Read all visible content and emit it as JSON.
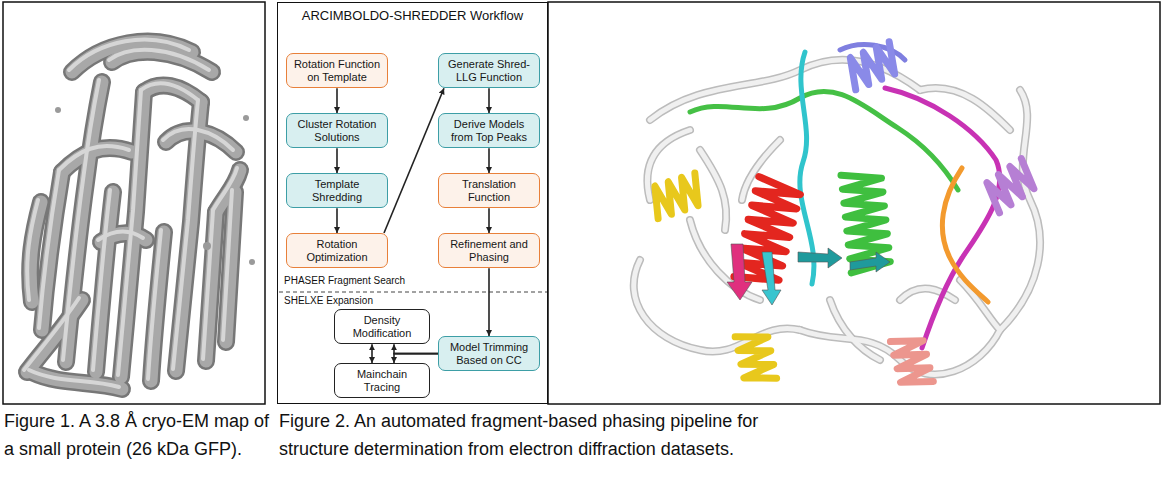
{
  "diagram": {
    "nodes": [
      {
        "text": [
          "ARCIMBOLDO-SHREDDER Workflow"
        ]
      },
      {
        "text": [
          "Rotation Function on Template"
        ],
        "in": 0
      },
      {
        "text": [
          "Cluster Rotation Solutions"
        ],
        "in": 0
      },
      {
        "text": [
          "Template Shredding"
        ],
        "in": 0
      },
      {
        "text": [
          "Rotation Optimization"
        ],
        "in": 0
      },
      {
        "text": [
          "Generate Shred-LLG Function"
        ],
        "in": 0
      },
      {
        "text": [
          "Derive Models from Top Peaks"
        ],
        "in": 0
      },
      {
        "text": [
          "Translation Function"
        ],
        "in": 0
      },
      {
        "text": [
          "Refinement and Phasing"
        ],
        "in": 0
      },
      {
        "text": [
          "Density Modification"
        ],
        "in": 0
      },
      {
        "text": [
          "Mainchain Tracing"
        ],
        "in": 0
      },
      {
        "text": [
          "Model Trimming Based on CC"
        ],
        "in": 0
      }
    ],
    "edges": [
      {
        "from": 1,
        "to": 2,
        "arrow": "to"
      },
      {
        "from": 2,
        "to": 3,
        "arrow": "to"
      },
      {
        "from": 3,
        "to": 4,
        "arrow": "to"
      },
      {
        "from": 4,
        "to": 5,
        "arrow": "to"
      },
      {
        "from": 5,
        "to": 6,
        "arrow": "to"
      },
      {
        "from": 6,
        "to": 7,
        "arrow": "to"
      },
      {
        "from": 7,
        "to": 8,
        "arrow": "to"
      },
      {
        "from": 8,
        "to": 11,
        "arrow": "to"
      },
      {
        "from": 11,
        "to": 9,
        "arrow": "to"
      },
      {
        "from": 11,
        "to": 10,
        "arrow": "to"
      },
      {
        "from": 9,
        "to": 10,
        "arrow": "both"
      }
    ],
    "labels": [
      "PHASER Fragment Search",
      "SHELXE Expansion",
      "Figure 1. A 3.8 Å cryo-EM map of a small protein (26 kDa GFP).",
      "Figure 2. An automated fragment-based phasing pipeline for structure determination from electron diffraction datasets."
    ]
  }
}
